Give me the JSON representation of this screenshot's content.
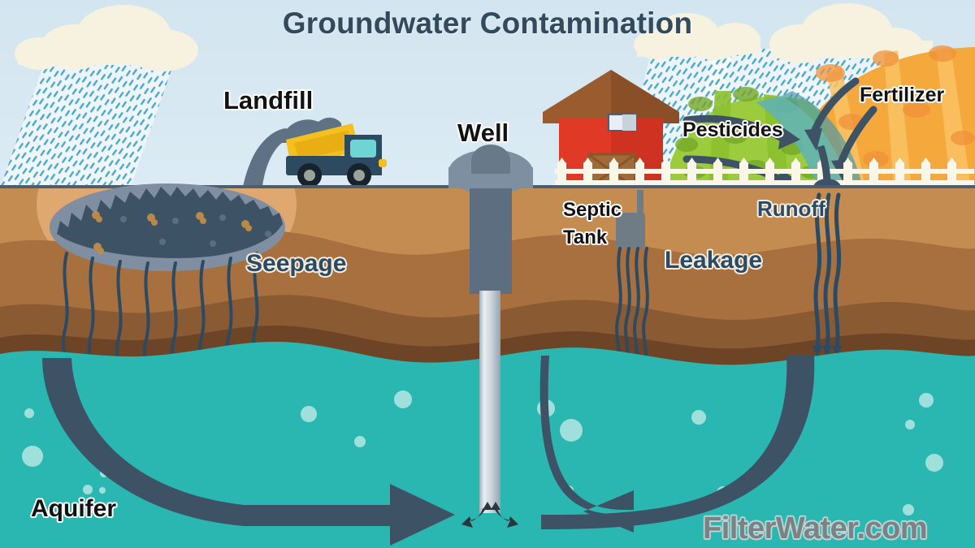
{
  "title": "Groundwater Contamination",
  "watermark": "FilterWater.com",
  "labels": {
    "landfill": "Landfill",
    "well": "Well",
    "seepage": "Seepage",
    "septic_line1": "Septic",
    "septic_line2": "Tank",
    "leakage": "Leakage",
    "pesticides": "Pesticides",
    "fertilizer": "Fertilizer",
    "runoff": "Runoff",
    "aquifer": "Aquifer"
  },
  "colors": {
    "sky_top": "#d3e5f0",
    "sky_bottom": "#eef5fa",
    "cloud": "#f6f2df",
    "rain": "#4aa8c8",
    "ground_line": "#4c5f72",
    "soil_sand": "#c58c52",
    "soil_1": "#a8703f",
    "soil_2": "#8a5a33",
    "soil_3": "#6d4526",
    "aquifer_water": "#2bb7b1",
    "bubble": "#9fe0dc",
    "plume_dark": "#3e5266",
    "waste_dark": "#3e5266",
    "waste_light": "#7f8ea0",
    "truck_body": "#2e4a60",
    "truck_bed": "#f4c01e",
    "truck_window": "#6fd4d4",
    "barn_red": "#e03a27",
    "barn_roof": "#9a5c2e",
    "barn_door": "#a06a3a",
    "fence_white": "#faf6e8",
    "crop_green": "#9ccc3d",
    "crop_green_dark": "#74a828",
    "field_orange": "#f5a83c",
    "field_orange_light": "#fac264",
    "well_head": "#7d8fa0",
    "well_shaft": "#5c6e80",
    "well_pipe": "#d6dde3",
    "title_color": "#33495c",
    "watermark_color": "#7b8184"
  },
  "diagram": {
    "type": "infographic-cross-section",
    "contamination_sources": [
      "Landfill",
      "Septic Tank",
      "Pesticides",
      "Fertilizer"
    ],
    "pathways": [
      "Seepage",
      "Leakage",
      "Runoff"
    ],
    "target": "Aquifer",
    "extraction": "Well"
  }
}
